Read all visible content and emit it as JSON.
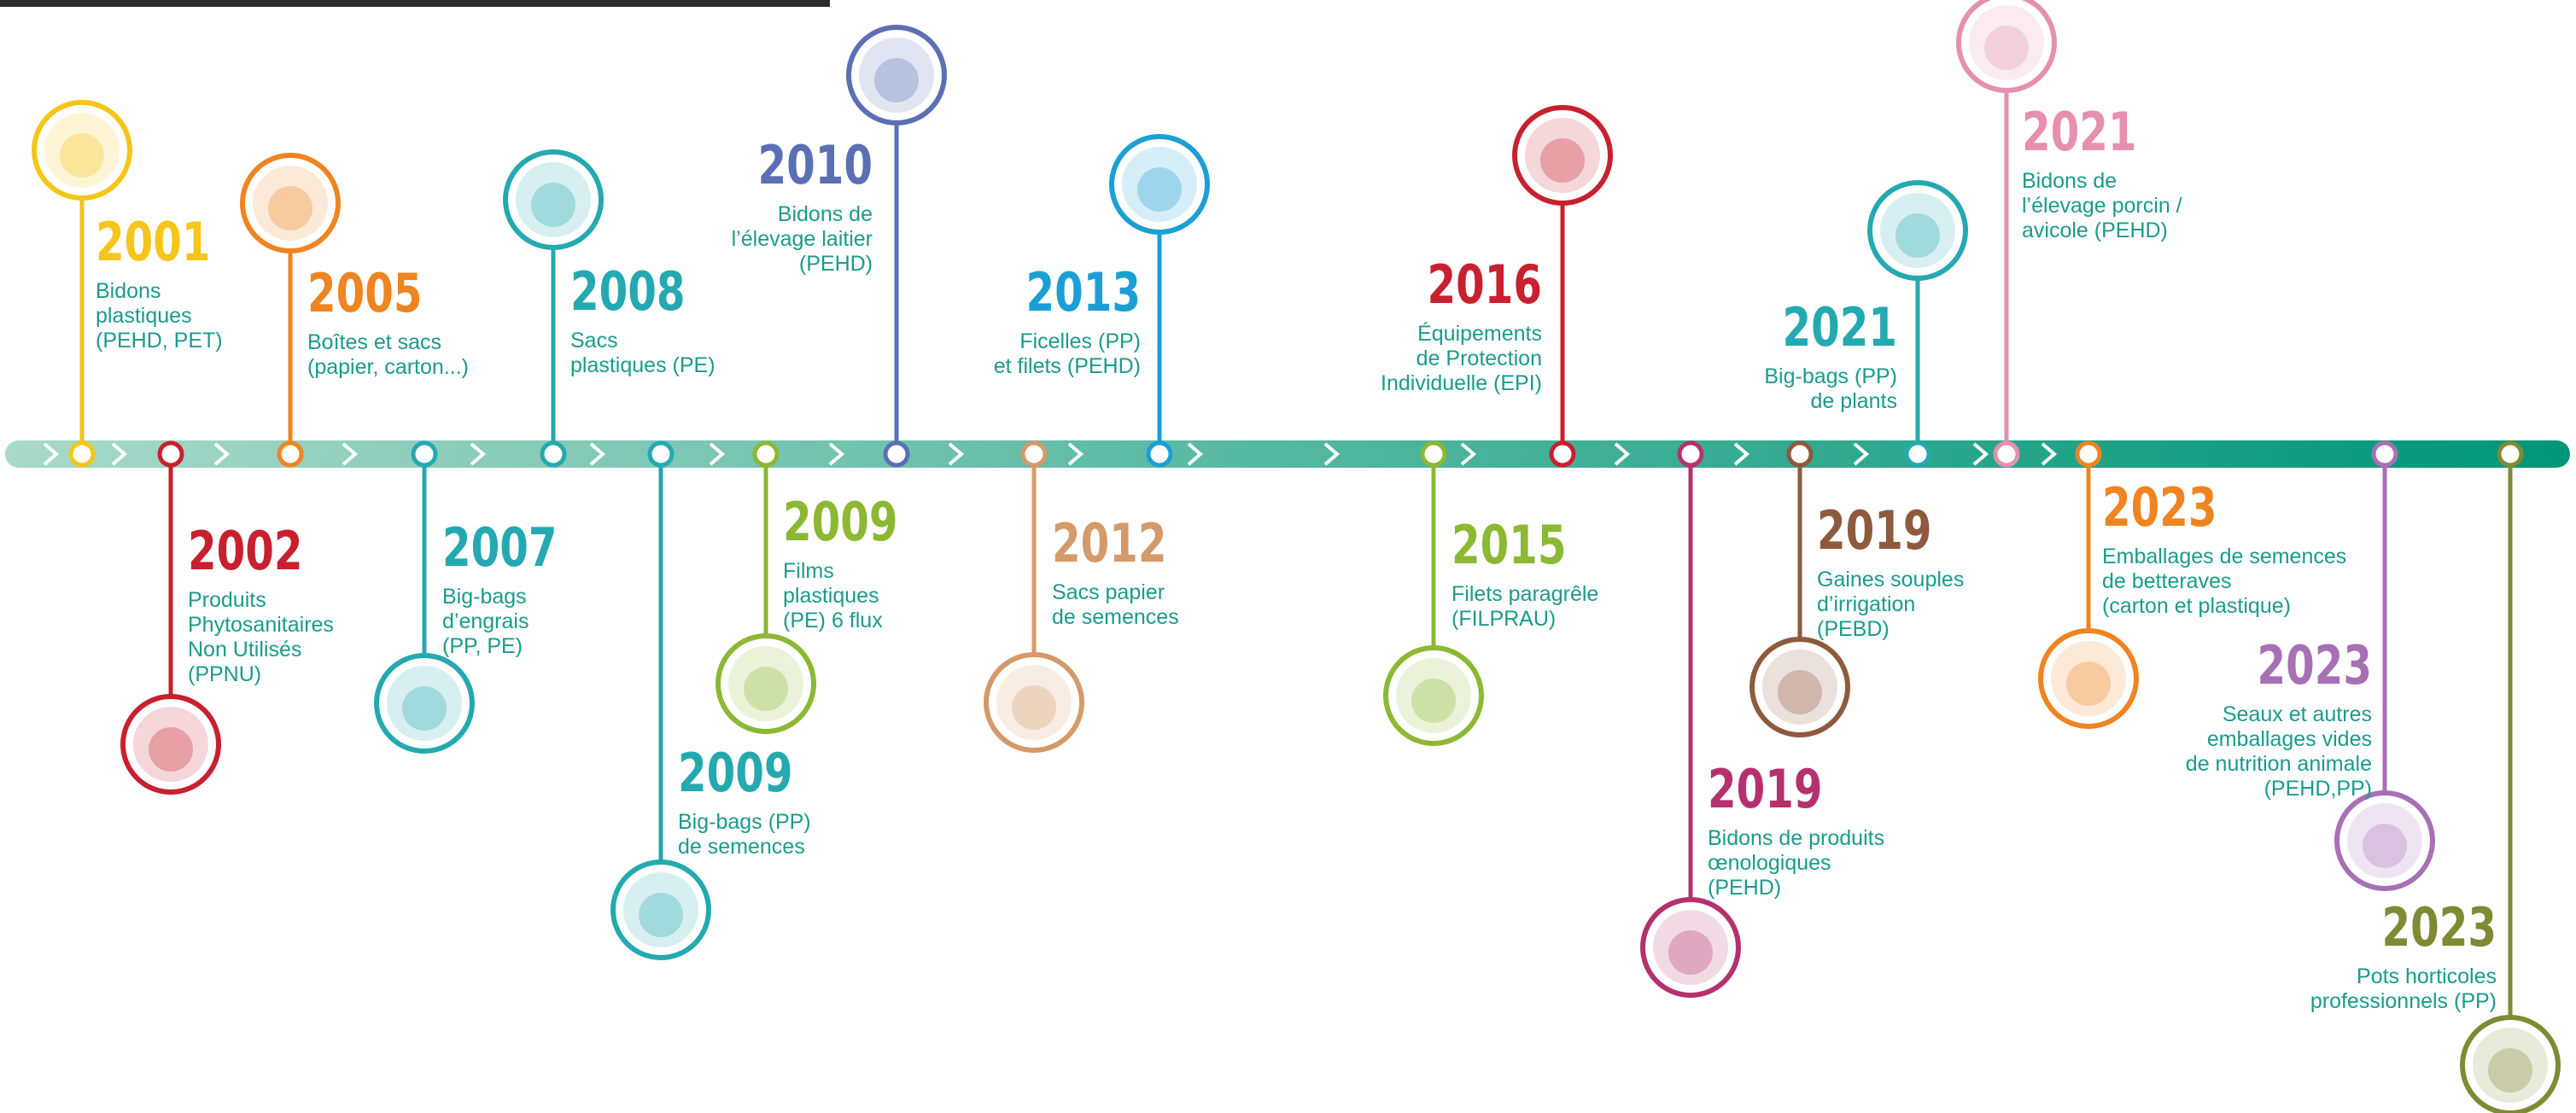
{
  "colors": {
    "teal_text": "#1a9b8c",
    "band_start": "#a9d9c9",
    "band_end": "#009678",
    "header_bar": "#2b2b2b",
    "yellow": "#f5c518",
    "red": "#c8202e",
    "orange": "#ef8421",
    "teal": "#24a9b1",
    "cyan": "#1c9fd4",
    "lime": "#8cb833",
    "indigo": "#5b6fb5",
    "tan": "#d49a6a",
    "crimson": "#c8202e",
    "brown": "#8e5a3d",
    "magenta": "#b5316e",
    "pink": "#e68fae",
    "violet": "#a770b5",
    "olive": "#7f8a33"
  },
  "events": [
    {
      "year": "2001",
      "lines": [
        "Bidons",
        "plastiques",
        "(PEHD, PET)"
      ],
      "color": "yellow",
      "photo": "containers-photo-icon"
    },
    {
      "year": "2002",
      "lines": [
        "Produits",
        "Phytosanitaires",
        "Non Utilisés",
        "(PPNU)"
      ],
      "color": "red",
      "photo": "pesticide-waste-photo-icon"
    },
    {
      "year": "2005",
      "lines": [
        "Boîtes et sacs",
        "(papier, carton...)"
      ],
      "color": "orange",
      "photo": "boxes-bags-photo-icon"
    },
    {
      "year": "2007",
      "lines": [
        "Big-bags",
        "d’engrais",
        "(PP, PE)"
      ],
      "color": "teal",
      "photo": "fertilizer-bigbags-photo-icon"
    },
    {
      "year": "2008",
      "lines": [
        "Sacs",
        "plastiques (PE)"
      ],
      "color": "teal",
      "photo": "plastic-bags-photo-icon"
    },
    {
      "year": "2009",
      "lines": [
        "Big-bags (PP)",
        "de semences"
      ],
      "color": "teal",
      "photo": "seed-bigbags-photo-icon"
    },
    {
      "year": "2009",
      "lines": [
        "Films",
        "plastiques",
        "(PE) 6 flux"
      ],
      "color": "lime",
      "photo": "plastic-films-photo-icon"
    },
    {
      "year": "2010",
      "lines": [
        "Bidons de",
        "l’élevage laitier",
        "(PEHD)"
      ],
      "color": "indigo",
      "photo": "dairy-containers-photo-icon"
    },
    {
      "year": "2012",
      "lines": [
        "Sacs papier",
        "de semences"
      ],
      "color": "tan",
      "photo": "paper-seed-bags-photo-icon"
    },
    {
      "year": "2013",
      "lines": [
        "Ficelles (PP)",
        "et filets (PEHD)"
      ],
      "color": "cyan",
      "photo": "twine-bale-photo-icon"
    },
    {
      "year": "2015",
      "lines": [
        "Filets paragrêle",
        "(FILPRAU)"
      ],
      "color": "lime",
      "photo": "hail-nets-photo-icon"
    },
    {
      "year": "2016",
      "lines": [
        "Équipements",
        "de Protection",
        "Individuelle (EPI)"
      ],
      "color": "crimson",
      "photo": "protective-gloves-photo-icon"
    },
    {
      "year": "2019",
      "lines": [
        "Bidons de produits",
        "œnologiques",
        "(PEHD)"
      ],
      "color": "magenta",
      "photo": "oenology-containers-photo-icon"
    },
    {
      "year": "2019",
      "lines": [
        "Gaines souples",
        "d’irrigation",
        "(PEBD)"
      ],
      "color": "brown",
      "photo": "irrigation-hoses-photo-icon"
    },
    {
      "year": "2021",
      "lines": [
        "Big-bags (PP)",
        "de plants"
      ],
      "color": "teal",
      "photo": "plant-bigbags-photo-icon"
    },
    {
      "year": "2021",
      "lines": [
        "Bidons de",
        "l’élevage porcin /",
        "avicole (PEHD)"
      ],
      "color": "pink",
      "photo": "livestock-containers-photo-icon"
    },
    {
      "year": "2023",
      "lines": [
        "Emballages de semences",
        "de betteraves",
        "(carton et plastique)"
      ],
      "color": "orange",
      "photo": "beet-seed-packaging-photo-icon"
    },
    {
      "year": "2023",
      "lines": [
        "Seaux et autres",
        "emballages vides",
        "de nutrition animale",
        "(PEHD,PP)"
      ],
      "color": "violet",
      "photo": "buckets-photo-icon"
    },
    {
      "year": "2023",
      "lines": [
        "Pots horticoles",
        "professionnels (PP)"
      ],
      "color": "olive",
      "photo": "horticultural-pots-photo-icon"
    }
  ]
}
